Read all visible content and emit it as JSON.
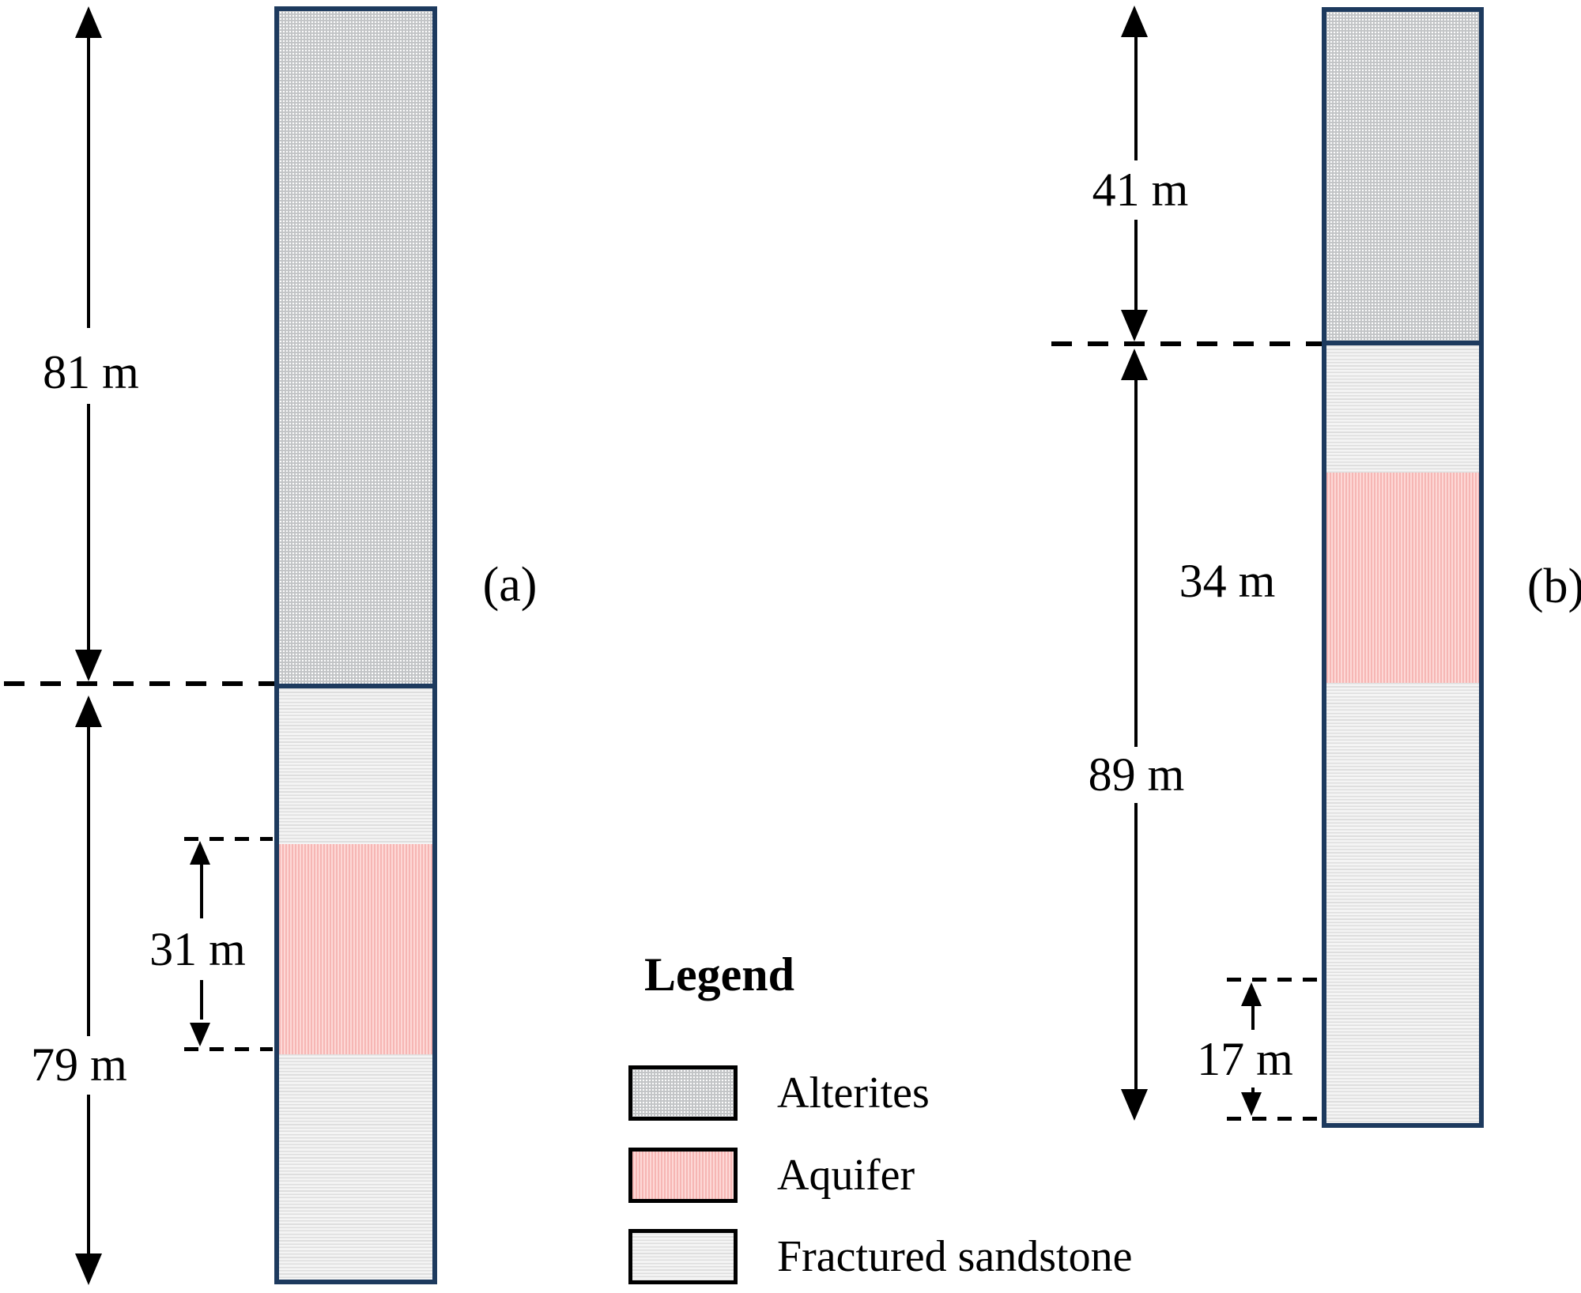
{
  "panel_a": {
    "label": "(a)",
    "dims": {
      "upper": "81 m",
      "lower": "79 m",
      "aquifer": "31 m"
    }
  },
  "panel_b": {
    "label": "(b)",
    "dims": {
      "upper": "41 m",
      "aquifer": "34 m",
      "span": "89 m",
      "basal": "17 m"
    }
  },
  "legend": {
    "title": "Legend",
    "items": [
      {
        "label": "Alterites"
      },
      {
        "label": "Aquifer"
      },
      {
        "label": "Fractured sandstone"
      }
    ]
  },
  "colors": {
    "column_border": "#1d3a5e",
    "alterites_fill": "#c8c8c8",
    "aquifer_fill": "#f9c7c5",
    "sandstone_fill": "#ececec",
    "line_color": "#000000"
  }
}
